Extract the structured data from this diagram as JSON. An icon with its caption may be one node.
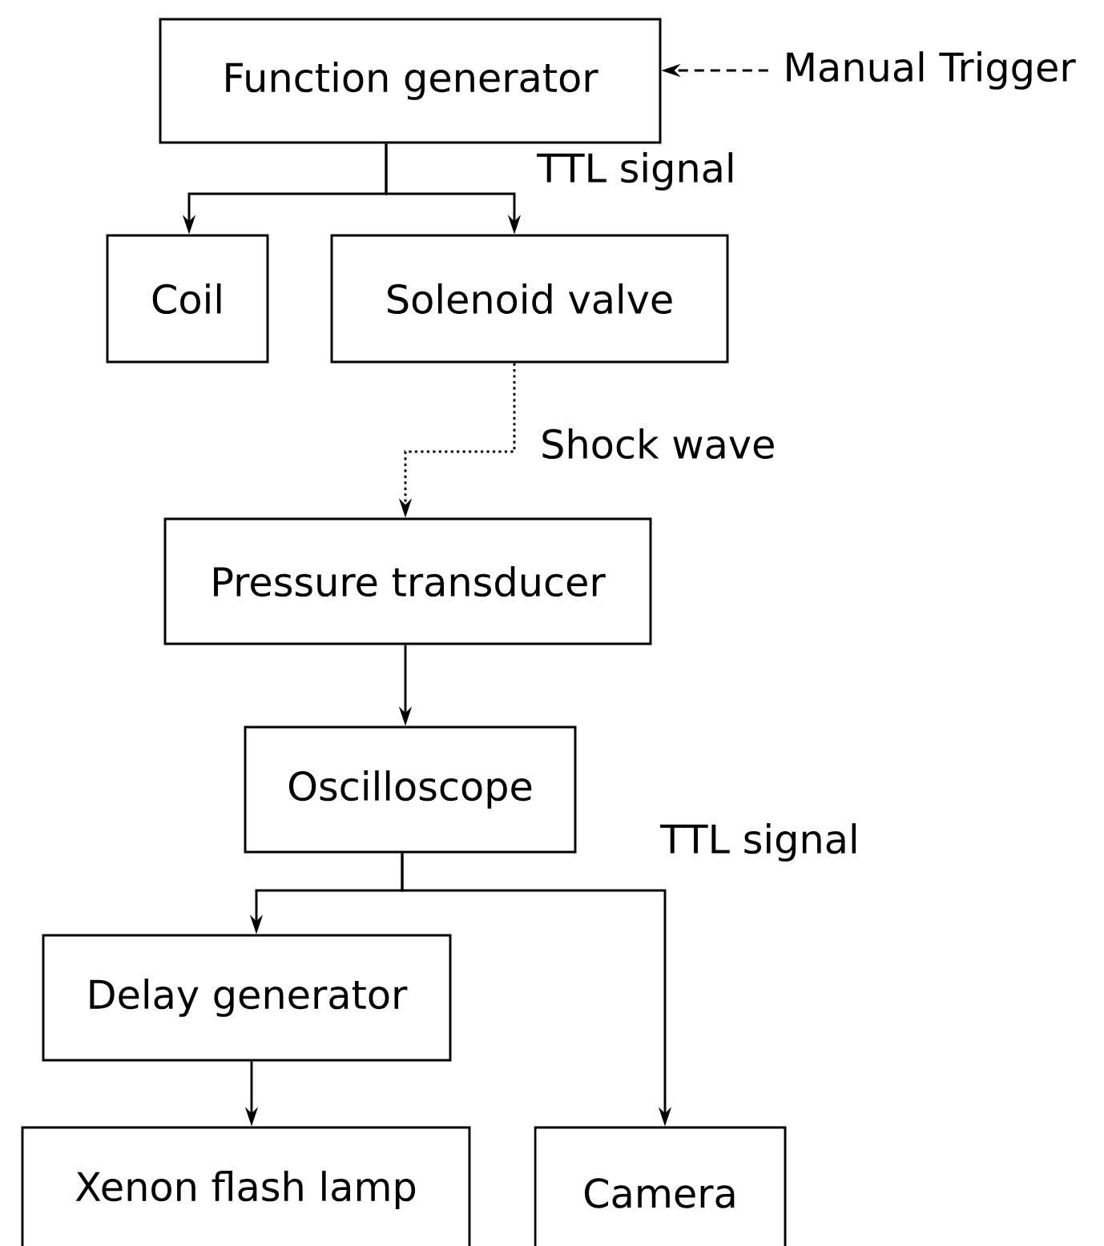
{
  "diagram": {
    "nodes": [
      {
        "text": [
          "Function generator"
        ]
      },
      {
        "text": [
          "Coil"
        ]
      },
      {
        "text": [
          "Solenoid valve"
        ]
      },
      {
        "text": [
          "Pressure transducer"
        ]
      },
      {
        "text": [
          "Oscilloscope"
        ]
      },
      {
        "text": [
          "Delay generator"
        ]
      },
      {
        "text": [
          "Xenon flash lamp"
        ]
      },
      {
        "text": [
          "Camera"
        ]
      },
      {
        "text": [
          "Manual Trigger"
        ]
      }
    ],
    "edges": [
      {
        "from": 0,
        "to": 1,
        "arrow": "to"
      },
      {
        "from": 0,
        "to": 2,
        "arrow": "to",
        "label": "TTL signal"
      },
      {
        "from": 2,
        "to": 3,
        "arrow": "to",
        "label": "Shock wave",
        "style": "dashed"
      },
      {
        "from": 3,
        "to": 4,
        "arrow": "to"
      },
      {
        "from": 4,
        "to": 5,
        "arrow": "to"
      },
      {
        "from": 4,
        "to": 7,
        "arrow": "to",
        "label": "TTL signal"
      },
      {
        "from": 5,
        "to": 6,
        "arrow": "to"
      },
      {
        "from": 8,
        "to": 0,
        "arrow": "to",
        "style": "dashed"
      }
    ]
  }
}
